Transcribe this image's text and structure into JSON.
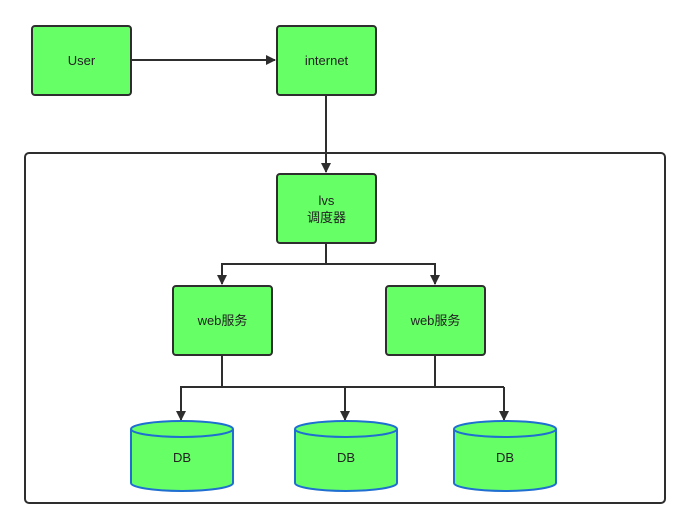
{
  "nodes": {
    "user": "User",
    "internet": "internet",
    "lvs_line1": "lvs",
    "lvs_line2": "调度器",
    "web1": "web服务",
    "web2": "web服务",
    "db1": "DB",
    "db2": "DB",
    "db3": "DB"
  },
  "colors": {
    "node_fill": "#66ff66",
    "db_stroke": "#1f6fd1",
    "line": "#2e2e2e"
  }
}
